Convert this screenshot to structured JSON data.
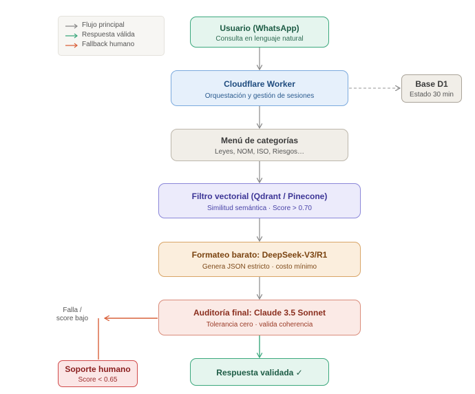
{
  "legend": {
    "items": [
      {
        "label": "Flujo principal",
        "color": "#888888"
      },
      {
        "label": "Respuesta válida",
        "color": "#3aa77c"
      },
      {
        "label": "Fallback humano",
        "color": "#d9603a"
      }
    ]
  },
  "nodes": {
    "usuario": {
      "title": "Usuario (WhatsApp)",
      "subtitle": "Consulta en lenguaje natural"
    },
    "worker": {
      "title": "Cloudflare Worker",
      "subtitle": "Orquestación y gestión de sesiones"
    },
    "d1": {
      "title": "Base D1",
      "subtitle": "Estado 30 min"
    },
    "menu": {
      "title": "Menú de categorías",
      "subtitle": "Leyes, NOM, ISO, Riesgos…"
    },
    "filtro": {
      "title": "Filtro vectorial (Qdrant / Pinecone)",
      "subtitle": "Similitud semántica · Score > 0.70"
    },
    "formateo": {
      "title": "Formateo barato: DeepSeek-V3/R1",
      "subtitle": "Genera JSON estricto · costo mínimo"
    },
    "auditoria": {
      "title": "Auditoría final: Claude 3.5 Sonnet",
      "subtitle": "Tolerancia cero · valida coherencia"
    },
    "respuesta": {
      "title": "Respuesta validada ✓"
    },
    "soporte": {
      "title": "Soporte humano",
      "subtitle": "Score < 0.65"
    }
  },
  "fallback_label": "Falla /\nscore bajo"
}
